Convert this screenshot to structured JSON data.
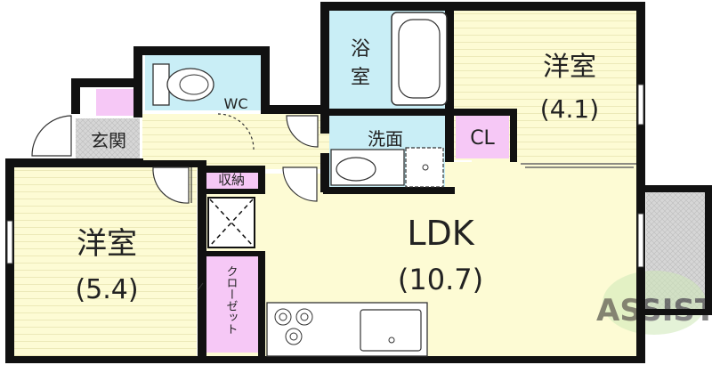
{
  "rooms": {
    "bedroom_west": {
      "name": "洋室",
      "size": "(5.4)"
    },
    "bedroom_east": {
      "name": "洋室",
      "size": "(4.1)"
    },
    "ldk": {
      "name": "LDK",
      "size": "(10.7)"
    },
    "bath": {
      "name_line1": "浴",
      "name_line2": "室"
    },
    "washroom": {
      "name": "洗面"
    },
    "wc": {
      "name": "WC"
    },
    "entrance": {
      "name": "玄関"
    },
    "storage": {
      "name": "収納"
    },
    "closet_cl": {
      "name": "CL"
    },
    "closet_tall": {
      "name": "クローゼット"
    }
  },
  "watermark": {
    "text": "ASSIST"
  },
  "colors": {
    "wall": "#111111",
    "floor_yellow": "#fdfbd4",
    "wet_blue": "#c9eef6",
    "closet_pink": "#f6c8f6",
    "entrance_gray": "#bdbdbd",
    "watermark_green": "#9bd36b"
  }
}
